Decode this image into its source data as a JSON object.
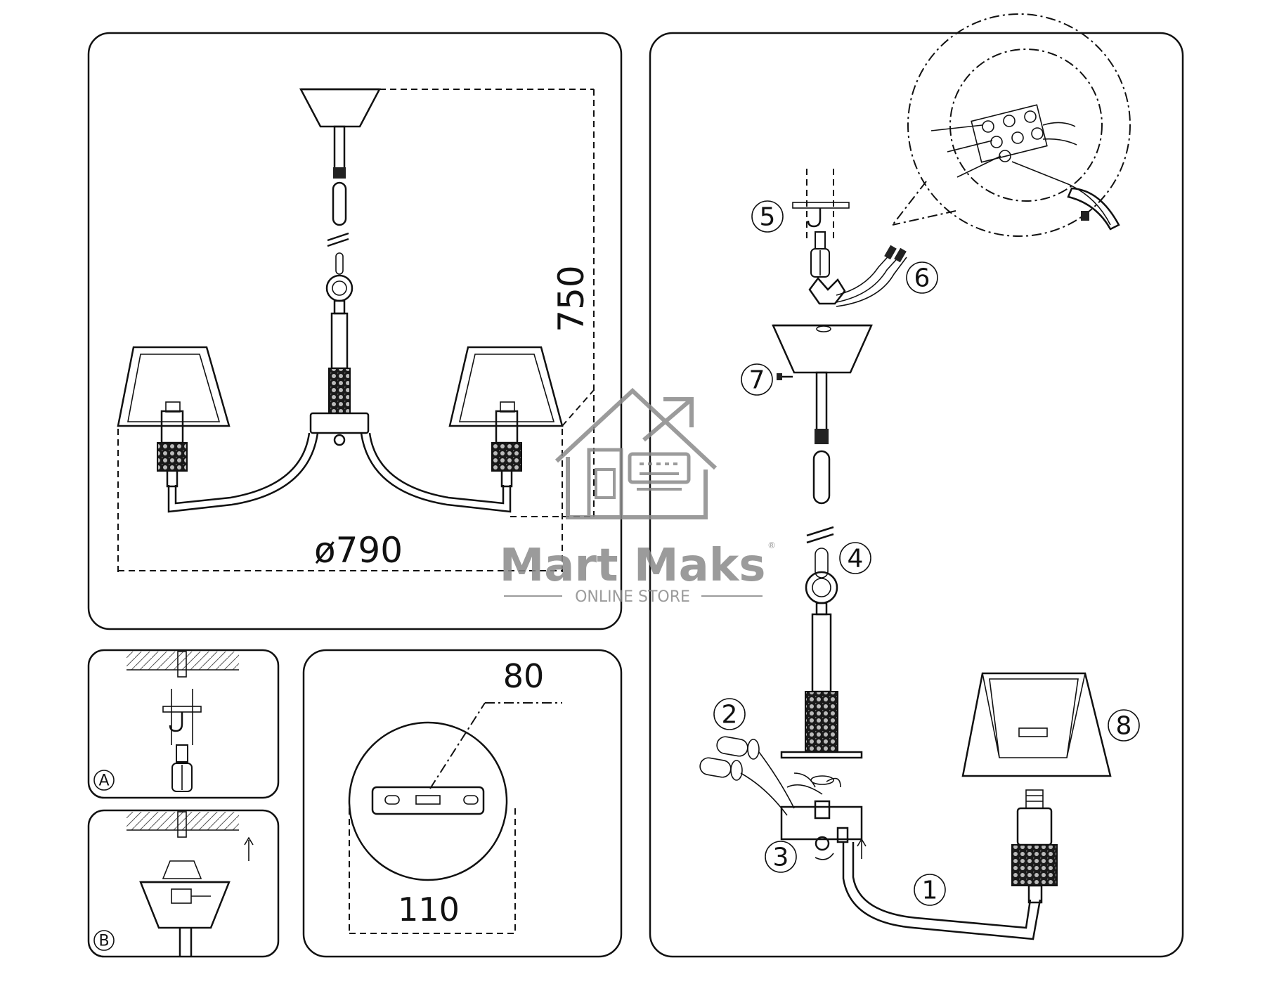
{
  "dimensions": {
    "diameter": "ø790",
    "height": "750",
    "canopy_slot": "80",
    "canopy_diameter": "110"
  },
  "steps": [
    "1",
    "2",
    "3",
    "4",
    "5",
    "6",
    "7",
    "8"
  ],
  "mount_steps": [
    "A",
    "B"
  ],
  "watermark": {
    "brand": "Mart Maks",
    "registered": "®",
    "tagline": "ONLINE STORE"
  }
}
